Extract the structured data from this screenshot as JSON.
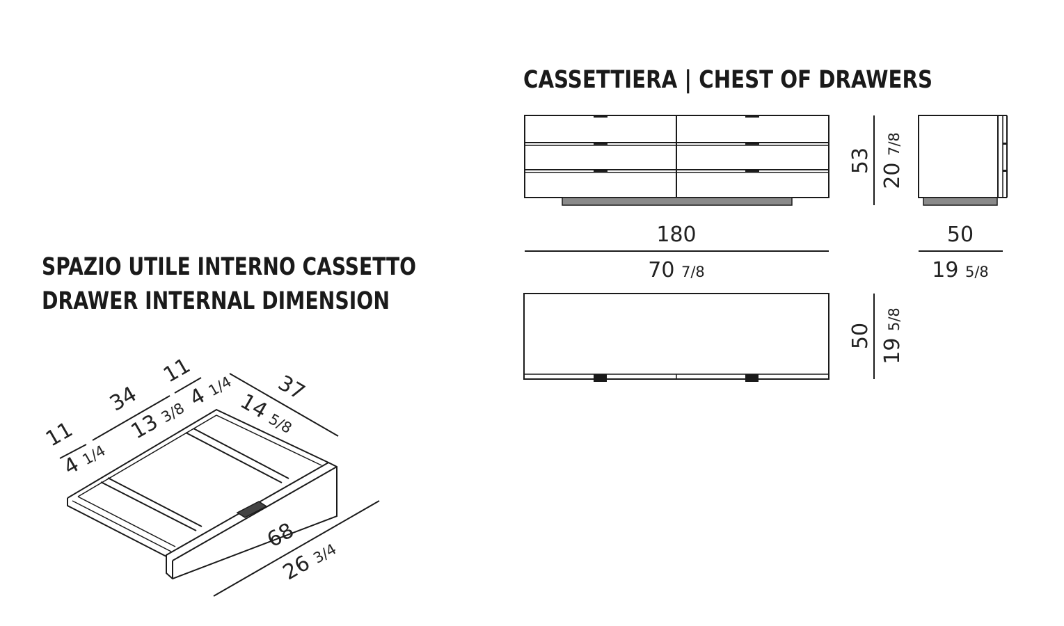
{
  "titles": {
    "chest": "CASSETTIERA  |  CHEST OF DRAWERS",
    "internal_it": "SPAZIO UTILE INTERNO CASSETTO",
    "internal_en": "DRAWER INTERNAL DIMENSION"
  },
  "front_view": {
    "width_cm": "180",
    "width_in": "70",
    "width_in_frac": "7/8",
    "height_cm": "53",
    "height_in": "20",
    "height_in_frac": "7/8"
  },
  "side_view": {
    "depth_cm": "50",
    "depth_in": "19",
    "depth_in_frac": "5/8"
  },
  "top_view": {
    "depth_cm": "50",
    "depth_in": "19",
    "depth_in_frac": "5/8"
  },
  "drawer_internal": {
    "left_cm": "11",
    "left_in": "4",
    "left_in_frac": "1/4",
    "middle_cm": "34",
    "middle_in": "13",
    "middle_in_frac": "3/8",
    "right_cm": "11",
    "right_in": "4",
    "right_in_frac": "1/4",
    "depth_cm": "37",
    "depth_in": "14",
    "depth_in_frac": "5/8",
    "width_cm": "68",
    "width_in": "26",
    "width_in_frac": "3/4"
  }
}
